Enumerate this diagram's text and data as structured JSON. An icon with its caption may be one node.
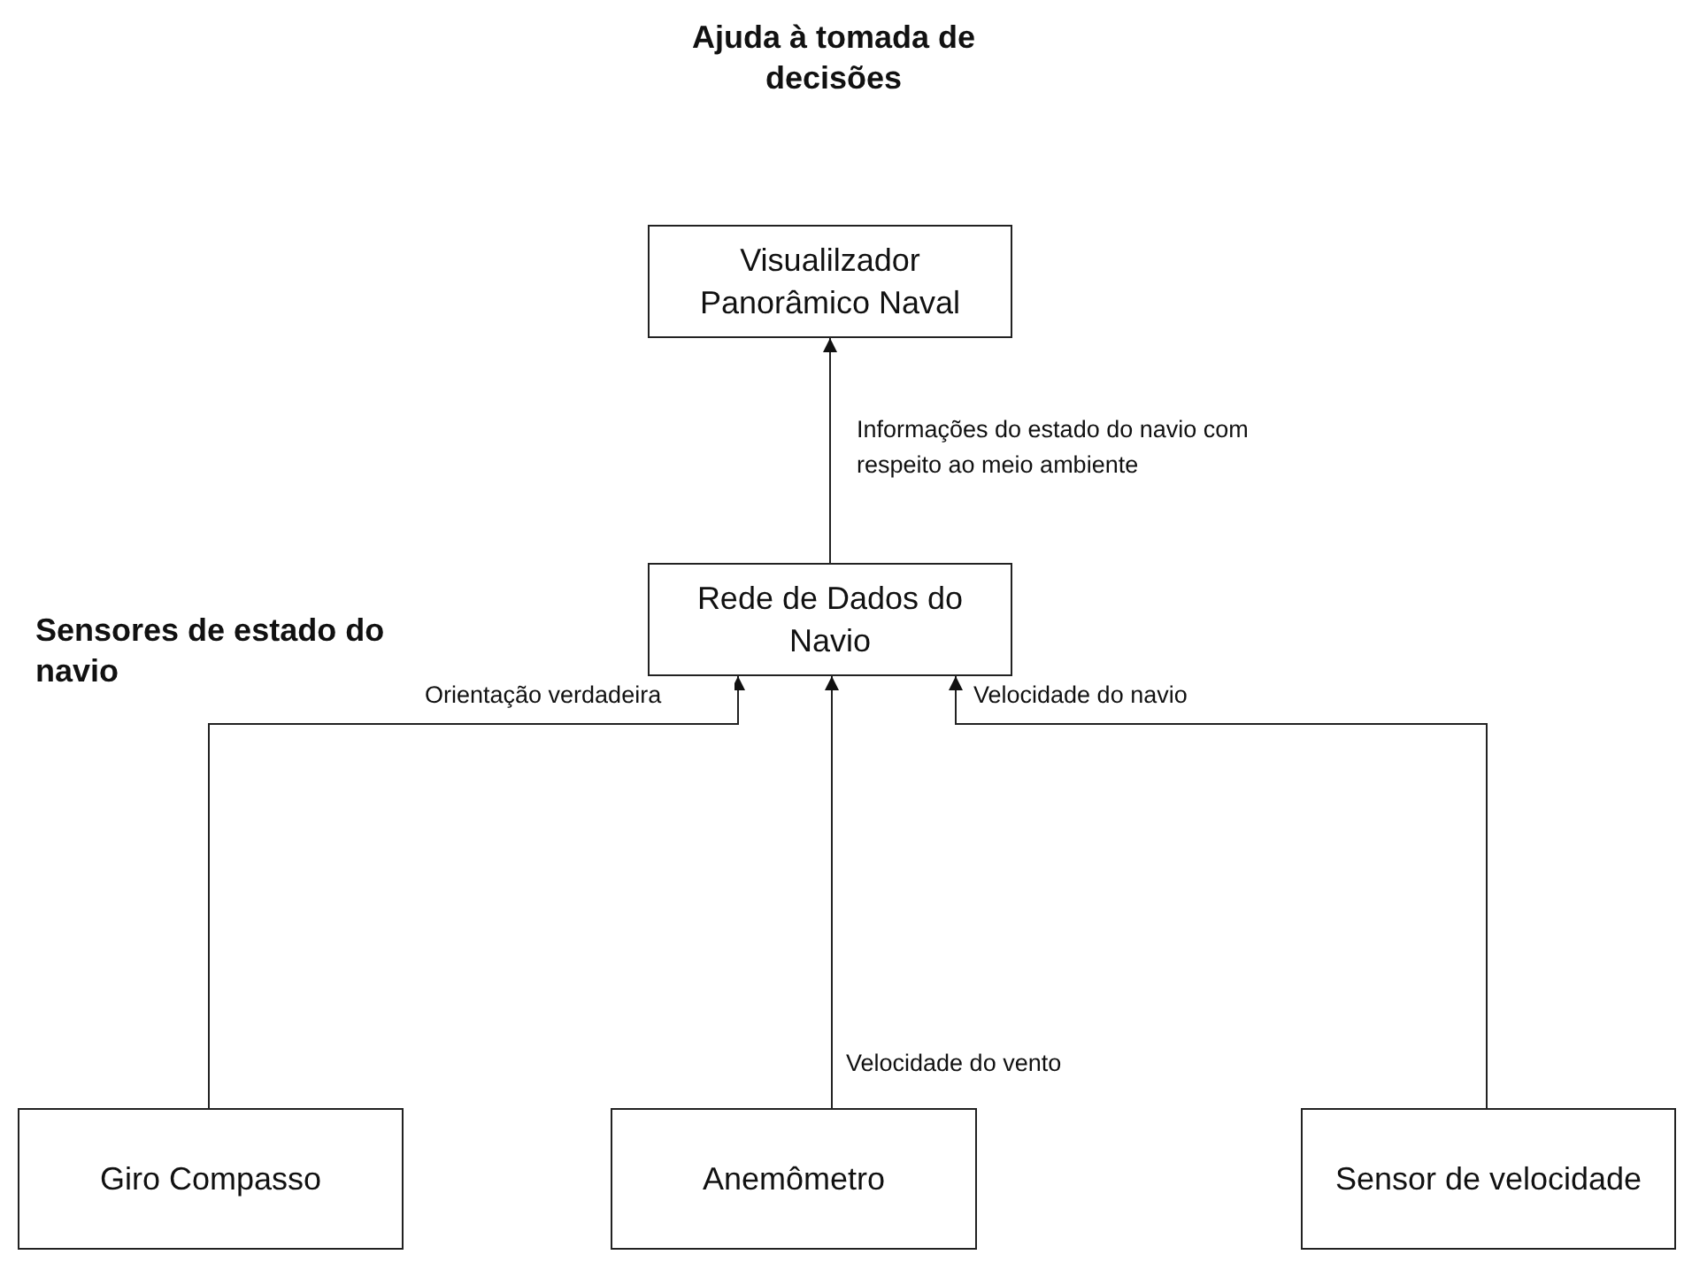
{
  "diagram": {
    "nodes": [
      {
        "text": [
          "Visualilzador Panorâmico Naval"
        ]
      },
      {
        "text": [
          "Rede de Dados do Navio"
        ]
      },
      {
        "text": [
          "Giro Compasso"
        ]
      },
      {
        "text": [
          "Anemômetro"
        ]
      },
      {
        "text": [
          "Sensor de velocidade"
        ]
      }
    ],
    "edges": [
      {
        "from": 1,
        "to": 0,
        "arrow": "to",
        "label": "Informações do estado do navio com respeito ao meio ambiente"
      },
      {
        "from": 2,
        "to": 1,
        "arrow": "to",
        "label": "Orientação verdadeira"
      },
      {
        "from": 3,
        "to": 1,
        "arrow": "to",
        "label": "Velocidade do vento"
      },
      {
        "from": 4,
        "to": 1,
        "arrow": "to",
        "label": "Velocidade do navio"
      }
    ],
    "labels": [
      "Ajuda à tomada de decisões",
      "Sensores de estado do navio"
    ]
  }
}
